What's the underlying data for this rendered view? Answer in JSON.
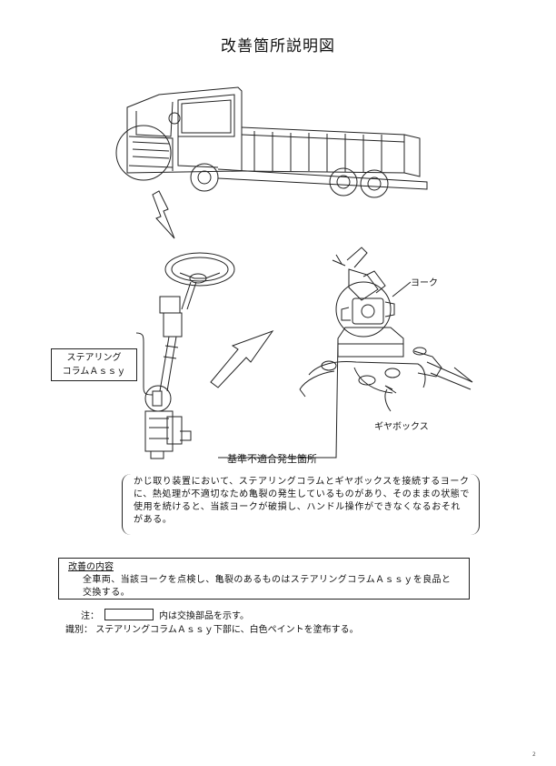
{
  "title": "改善箇所説明図",
  "labels": {
    "yoke": "ヨーク",
    "gearbox": "ギヤボックス",
    "steering_column_line1": "ステアリング",
    "steering_column_line2": "コラムＡｓｓｙ",
    "defect_location": "基準不適合発生箇所"
  },
  "defect_description": "かじ取り装置において、ステアリングコラムとギヤボックスを接続するヨークに、熱処理が不適切なため亀裂の発生しているものがあり、そのままの状態で使用を続けると、当該ヨークが破損し、ハンドル操作ができなくなるおそれがある。",
  "improvement": {
    "title": "改善の内容",
    "text": "全車両、当該ヨークを点検し、亀裂のあるものはステアリングコラムＡｓｓｙを良品と交換する。"
  },
  "notes": {
    "note_prefix": "注：",
    "note_text": "内は交換部品を示す。",
    "id_prefix": "識別：",
    "id_text": "ステアリングコラムＡｓｓｙ下部に、白色ペイントを塗布する。"
  },
  "reg_mark": "2"
}
